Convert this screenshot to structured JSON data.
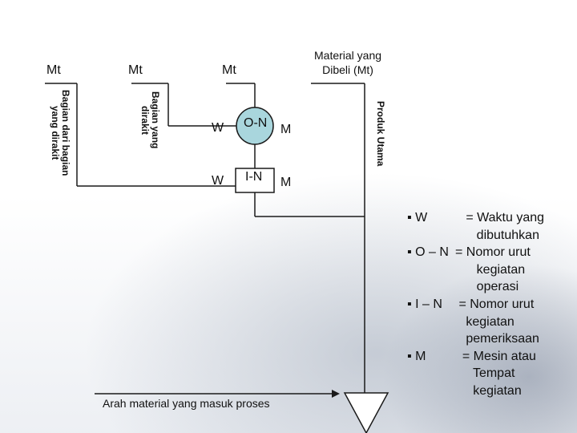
{
  "top_labels": [
    "Mt",
    "Mt",
    "Mt"
  ],
  "material": {
    "line1": "Material yang",
    "line2": "Dibeli (Mt)"
  },
  "vertical_labels": {
    "left": "Bagian dari bagian\nyang dirakit",
    "middle": "Bagian yang\ndirakit",
    "right": "Produk Utama"
  },
  "operation": {
    "circle_label": "O-N",
    "left": "W",
    "right": "M"
  },
  "inspection": {
    "box_label": "I-N",
    "left": "W",
    "right": "M"
  },
  "arrow_label": "Arah material yang masuk proses",
  "legend": [
    {
      "key": "▪ W",
      "value": "   = Waktu yang\n      dibutuhkan"
    },
    {
      "key": "▪ O – N",
      "value": "= Nomor urut\n      kegiatan\n      operasi"
    },
    {
      "key": "▪ I – N",
      "value": " = Nomor urut\n   kegiatan\n   pemeriksaan"
    },
    {
      "key": "▪ M",
      "value": "  = Mesin atau\n     Tempat\n     kegiatan"
    }
  ],
  "colors": {
    "circle_fill": "#a9d6dd",
    "line": "#1a1a1a"
  }
}
